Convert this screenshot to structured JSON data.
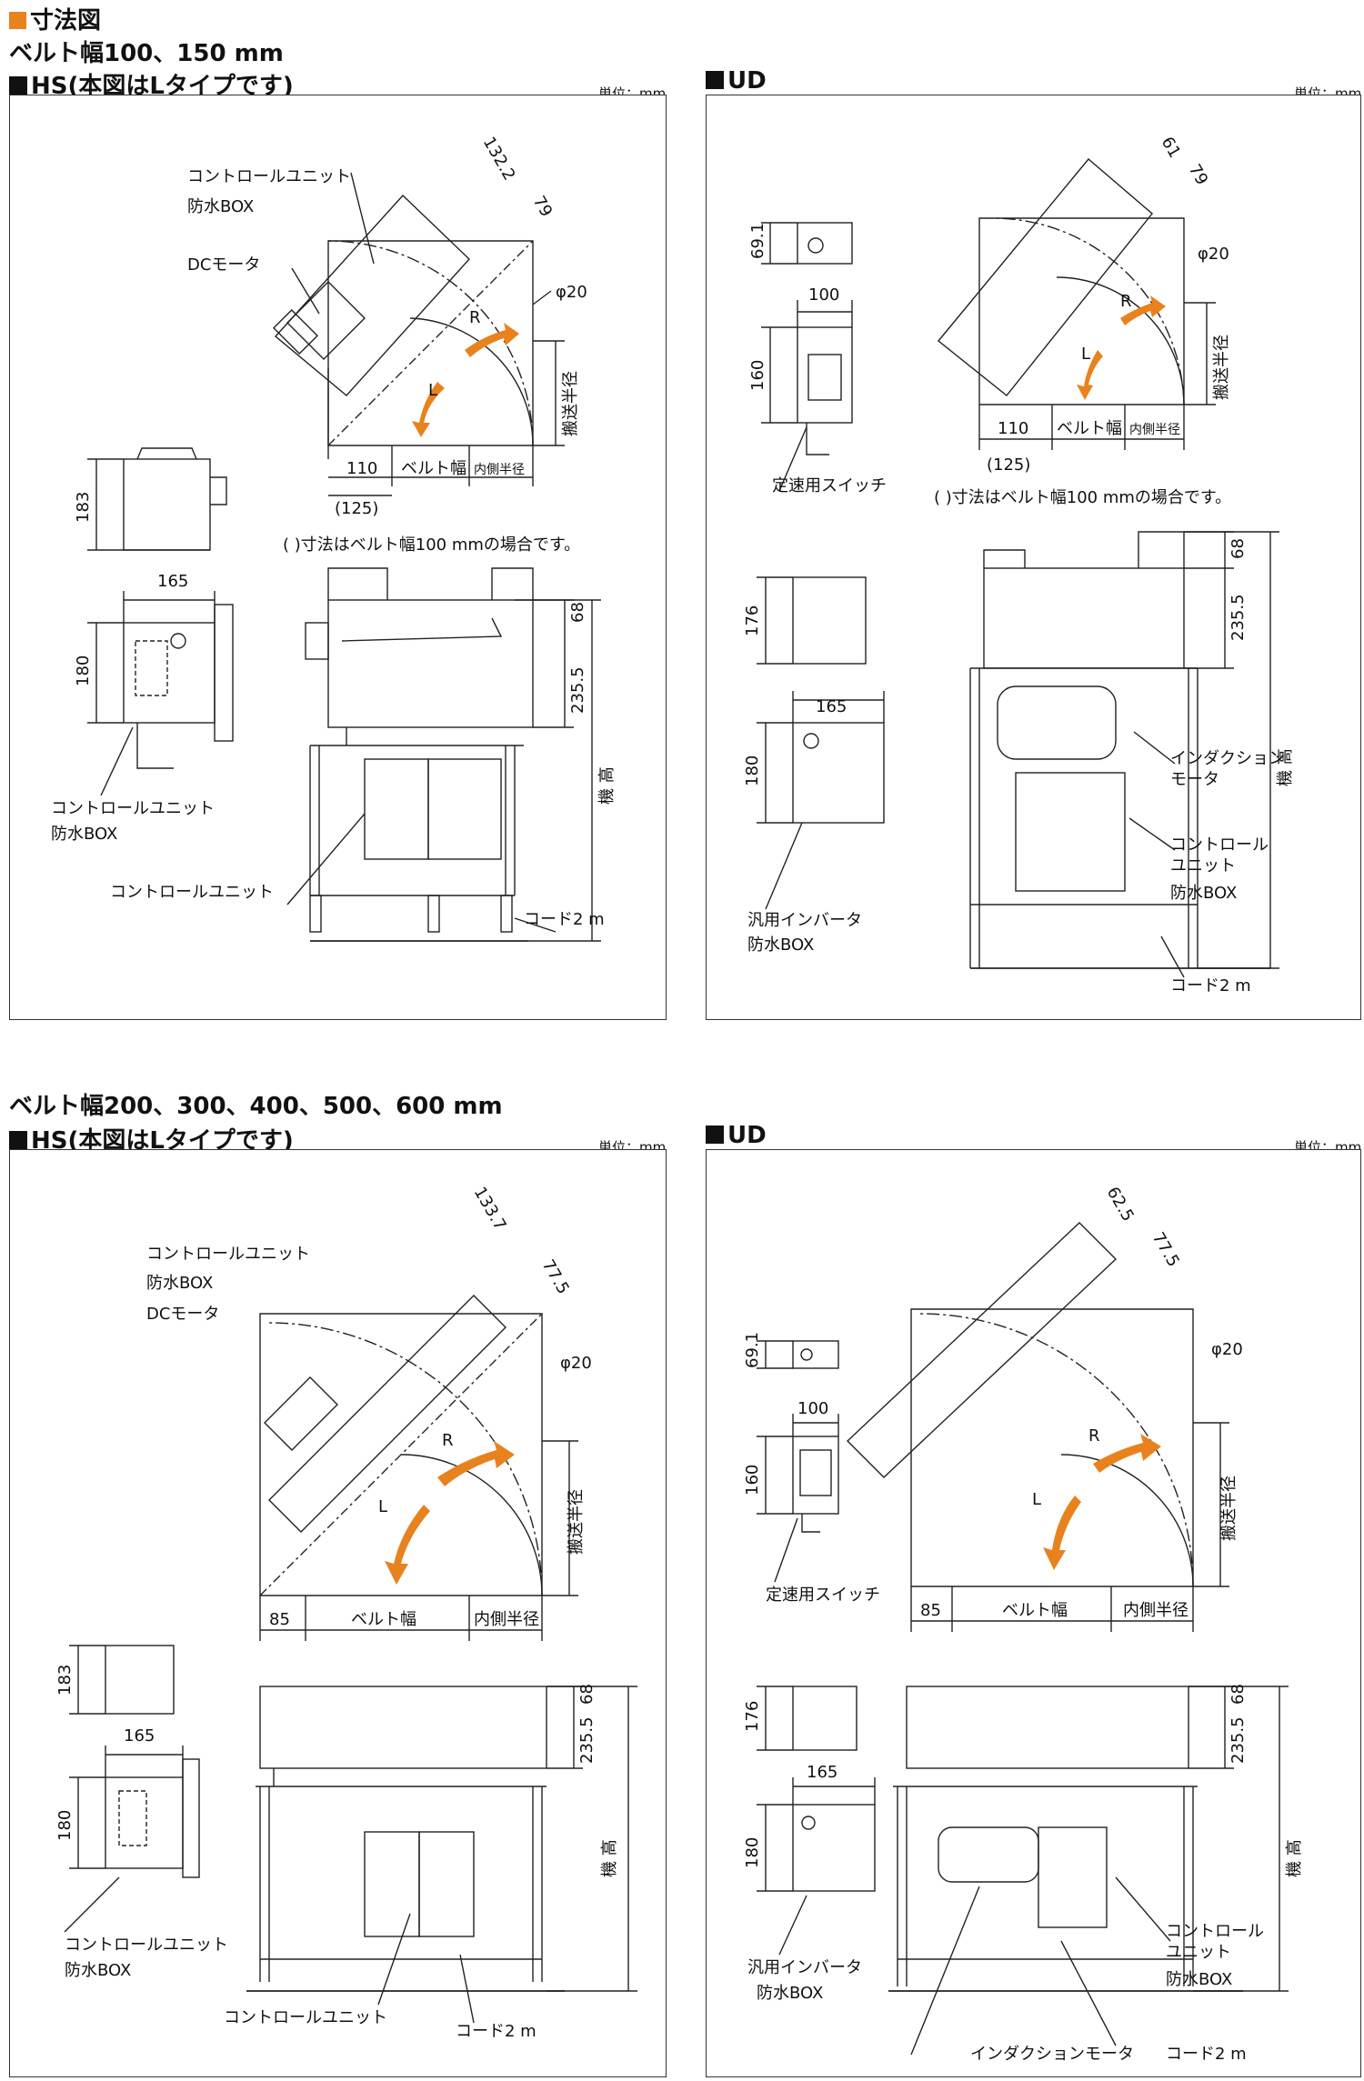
{
  "title": "寸法図",
  "belt1": "ベルト幅100、150 mm",
  "belt2": "ベルト幅200、300、400、500、600 mm",
  "hs_title": "HS(本図はLタイプです)",
  "ud_title": "UD",
  "unit": "単位：mm",
  "labels": {
    "control_unit": "コントロールユニット",
    "waterproof_box": "防水BOX",
    "dc_motor": "DCモータ",
    "inverter": "汎用インバータ",
    "speed_switch": "定速用スイッチ",
    "induction_motor": "インダクションモータ",
    "induction_motor_l1": "インダクション",
    "induction_motor_l2": "モータ",
    "control_l1": "コントロール",
    "control_l2": "ユニット",
    "cord": "コード2 m",
    "belt_width": "ベルト幅",
    "inner_radius": "内側半径",
    "convey_radius": "搬送半径",
    "machine_height": "機 高",
    "note": "( )寸法はベルト幅100 mmの場合です。",
    "R": "R",
    "L": "L",
    "phi20": "φ20"
  },
  "dims": {
    "d110": "110",
    "d125": "(125)",
    "d85": "85",
    "d183": "183",
    "d165": "165",
    "d180": "180",
    "d68": "68",
    "d2355": "235.5",
    "d1322": "132.2",
    "d79": "79",
    "d1337": "133.7",
    "d775": "77.5",
    "d691": "69.1",
    "d100": "100",
    "d160": "160",
    "d176": "176",
    "d61": "61",
    "d625": "62.5"
  }
}
